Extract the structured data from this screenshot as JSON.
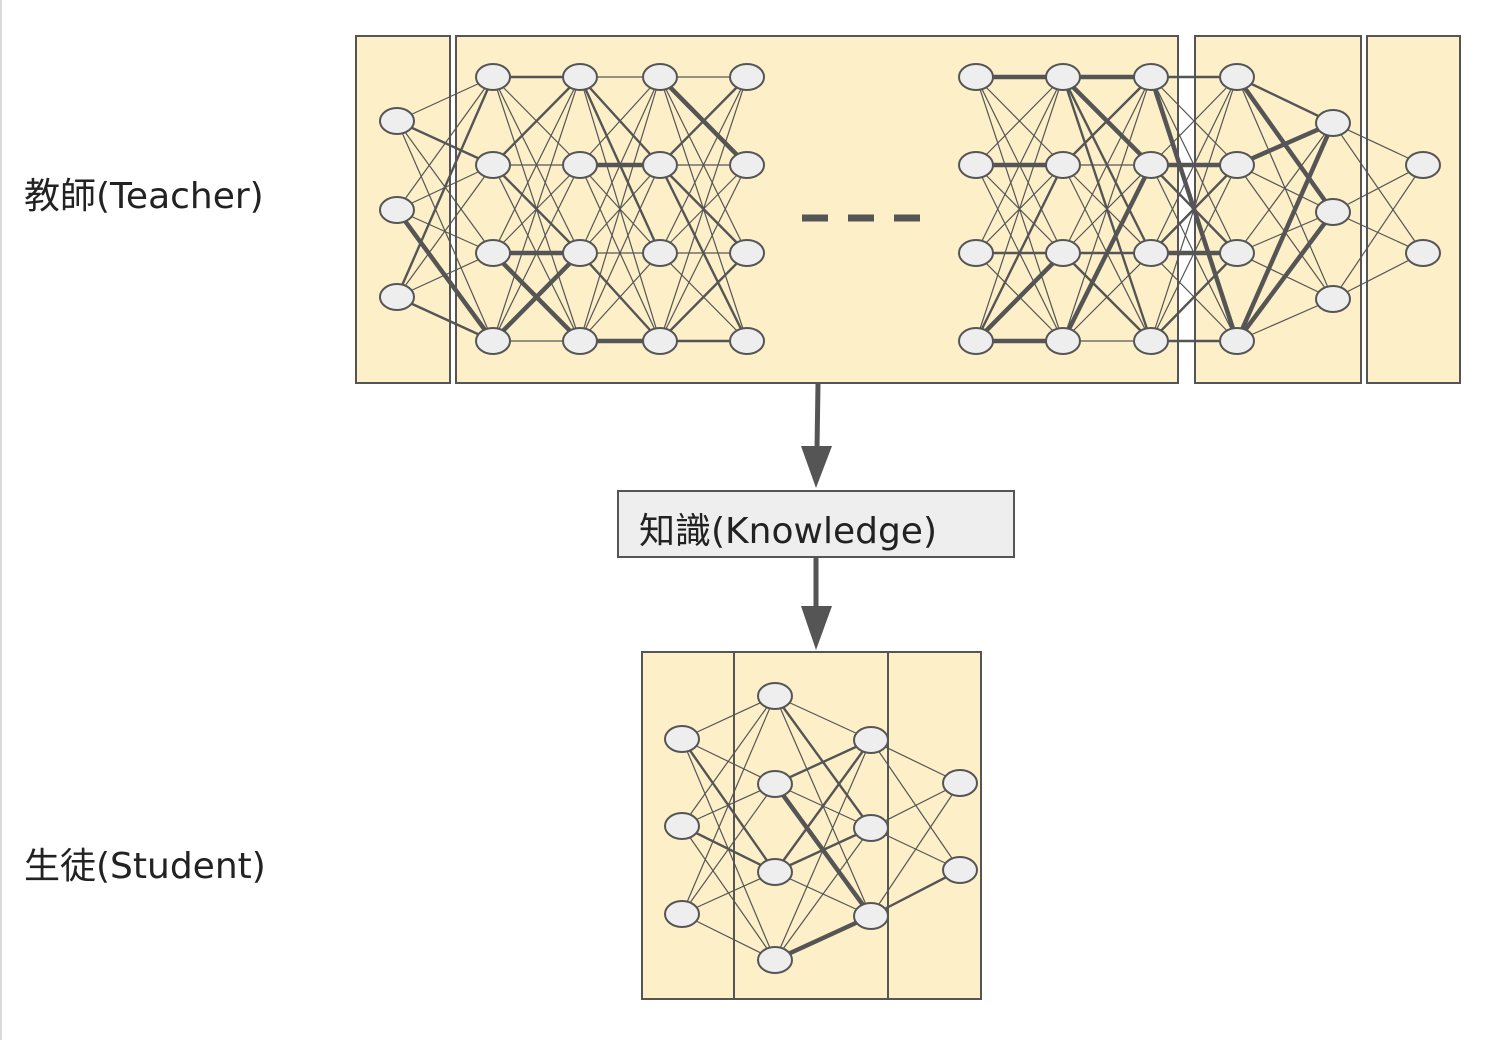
{
  "labels": {
    "teacher": "教師(Teacher)",
    "knowledge": "知識(Knowledge)",
    "student": "生徒(Student)"
  },
  "colors": {
    "panel_fill": "#fdf0c9",
    "panel_stroke": "#555555",
    "node_fill": "#eeeeee",
    "node_stroke": "#555555",
    "edge": "#555555",
    "knowledge_fill": "#eeeeee"
  }
}
